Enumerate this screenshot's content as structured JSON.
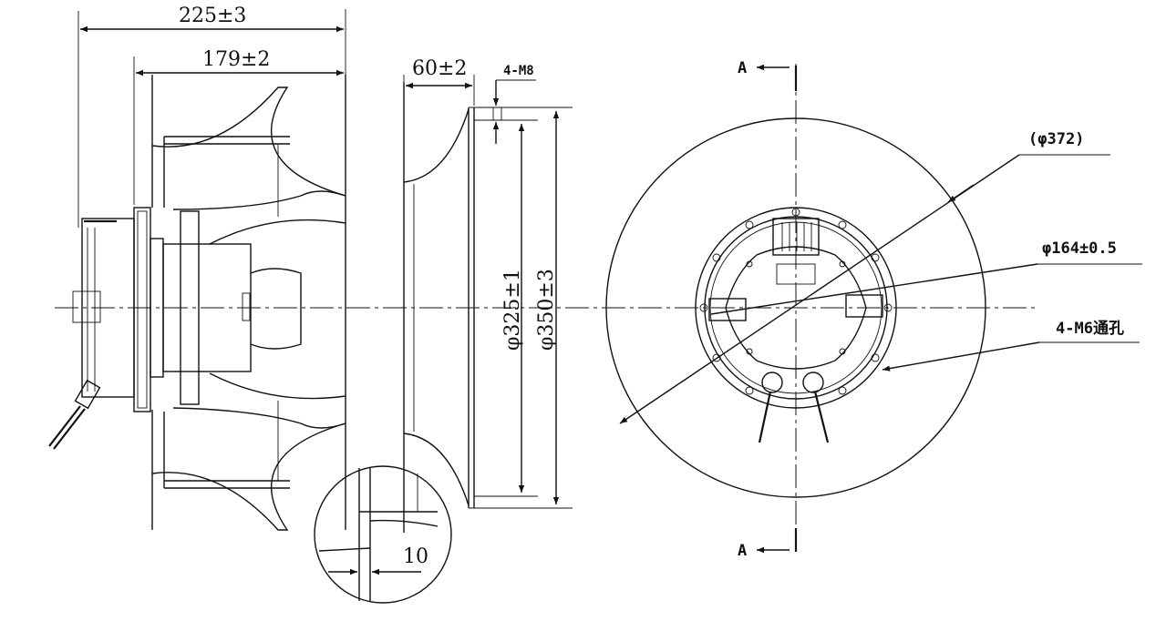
{
  "dimensions": {
    "overall_depth": "225±3",
    "impeller_depth": "179±2",
    "inlet_ring_depth": "60±2",
    "mount_thread": "4-M8",
    "diameter_325": "φ325±1",
    "diameter_350": "φ350±3",
    "outer_diameter": "(φ372)",
    "hub_diameter": "φ164±0.5",
    "through_holes": "4-M6通孔",
    "detail_gap": "10"
  },
  "section_labels": {
    "top": "A",
    "bottom": "A"
  },
  "colors": {
    "line": "#111111",
    "background": "#ffffff"
  }
}
